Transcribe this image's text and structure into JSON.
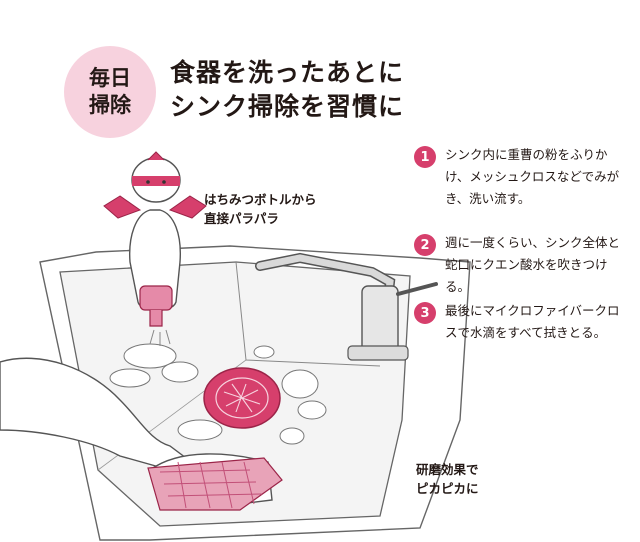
{
  "badge": {
    "line1": "毎日",
    "line2": "掃除"
  },
  "title": {
    "line1": "食器を洗ったあとに",
    "line2": "シンク掃除を習慣に"
  },
  "steps": [
    {
      "number": "1",
      "text": "シンク内に重曹の粉をふりかけ、メッシュクロスなどでみがき、洗い流す。"
    },
    {
      "number": "2",
      "text": "週に一度くらい、シンク全体と蛇口にクエン酸水を吹きつける。"
    },
    {
      "number": "3",
      "text": "最後にマイクロファイバークロスで水滴をすべて拭きとる。"
    }
  ],
  "notes": {
    "bottle": {
      "line1": "はちみつボトルから",
      "line2": "直接パラパラ"
    },
    "sponge": {
      "line1": "研磨効果で",
      "line2": "ピカピカに"
    }
  },
  "colors": {
    "accent": "#d63f6c",
    "badge_bg": "#f7d2de",
    "line": "#555555"
  }
}
